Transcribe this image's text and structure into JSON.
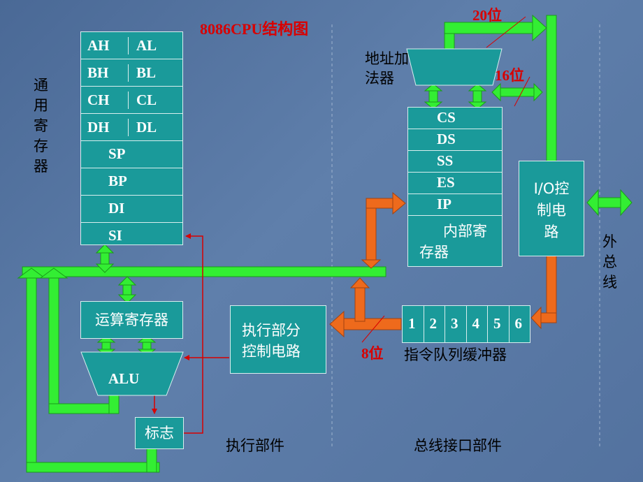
{
  "title": "8086CPU结构图",
  "colors": {
    "register": "#1a9a9a",
    "bus": "#33ee33",
    "internal_bus": "#ee6a1c",
    "annotation": "#d80000"
  },
  "general_registers": {
    "label": "通用寄存器",
    "pairs": [
      [
        "AH",
        "AL"
      ],
      [
        "BH",
        "BL"
      ],
      [
        "CH",
        "CL"
      ],
      [
        "DH",
        "DL"
      ]
    ],
    "pointers": [
      "SP",
      "BP",
      "DI",
      "SI"
    ]
  },
  "alu_register": "运算寄存器",
  "alu": "ALU",
  "flags": "标志",
  "eu_control": "执行部分控制电路",
  "address_adder": "地址加法器",
  "segment_registers": [
    "CS",
    "DS",
    "SS",
    "ES",
    "IP"
  ],
  "internal_registers": "内部寄存器",
  "io_control": "I/O控制电路",
  "queue": {
    "cells": [
      "1",
      "2",
      "3",
      "4",
      "5",
      "6"
    ],
    "label": "指令队列缓冲器"
  },
  "external_bus": "外总线",
  "bit_labels": {
    "twenty": "20位",
    "sixteen": "16位",
    "eight": "8位"
  },
  "sections": {
    "eu": "执行部件",
    "biu": "总线接口部件"
  }
}
